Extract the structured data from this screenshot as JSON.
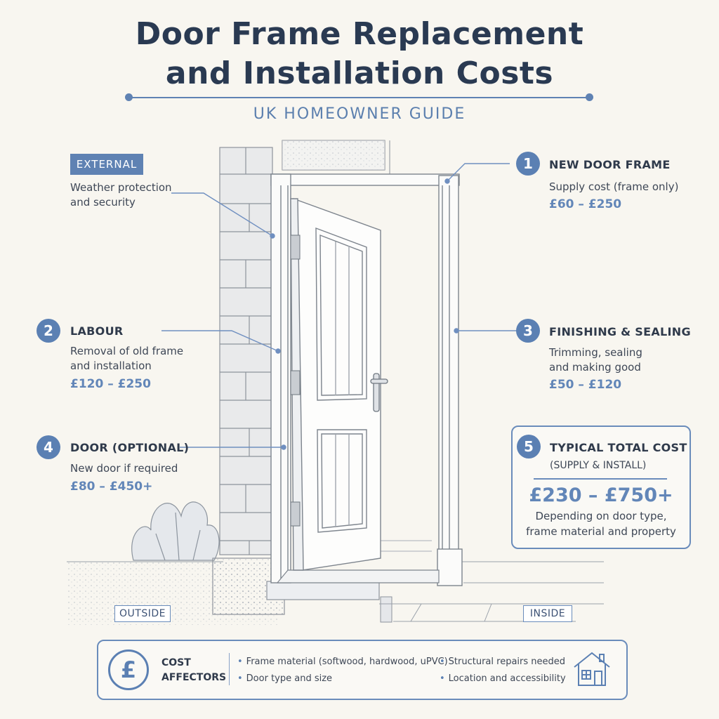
{
  "title": {
    "line1": "Door Frame Replacement",
    "line2": "and Installation Costs",
    "subtitle": "UK HOMEOWNER GUIDE"
  },
  "external": {
    "tag": "EXTERNAL",
    "line1": "Weather protection",
    "line2": "and security"
  },
  "callouts": [
    {
      "number": "1",
      "heading": "NEW DOOR FRAME",
      "desc1": "Supply cost (frame only)",
      "desc2": "",
      "price": "£60 – £250"
    },
    {
      "number": "2",
      "heading": "LABOUR",
      "desc1": "Removal of old frame",
      "desc2": "and installation",
      "price": "£120 – £250"
    },
    {
      "number": "3",
      "heading": "FINISHING & SEALING",
      "desc1": "Trimming, sealing",
      "desc2": "and making good",
      "price": "£50 – £120"
    },
    {
      "number": "4",
      "heading": "DOOR (OPTIONAL)",
      "desc1": "New door if required",
      "desc2": "",
      "price": "£80 – £450+"
    }
  ],
  "total": {
    "number": "5",
    "heading": "TYPICAL TOTAL COST",
    "subheading": "(SUPPLY & INSTALL)",
    "price": "£230 – £750+",
    "note1": "Depending on door type,",
    "note2": "frame material and property"
  },
  "places": {
    "outside": "OUTSIDE",
    "inside": "INSIDE"
  },
  "cost_affectors": {
    "symbol": "£",
    "title1": "COST",
    "title2": "AFFECTORS",
    "items": [
      "Frame material (softwood, hardwood, uPVC)",
      "Door type and size",
      "Structural repairs needed",
      "Location and accessibility"
    ]
  },
  "icons": {
    "bottom_left": "pound-coin-icon",
    "bottom_right": "house-icon"
  },
  "colors": {
    "accent": "#5b80b3",
    "heading": "#2a3a52",
    "background": "#f8f6f0"
  }
}
